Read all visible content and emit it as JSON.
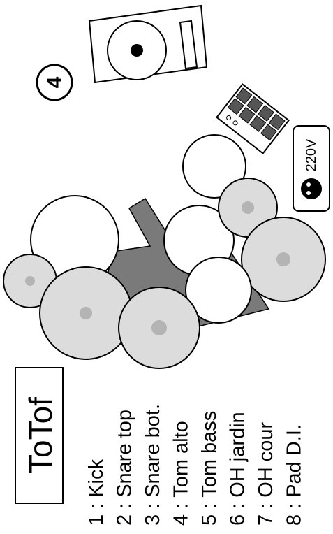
{
  "title": "ToTof",
  "stage_number": "4",
  "power": {
    "label": "220V",
    "icon": "power-outlet-icon"
  },
  "legend": [
    {
      "number": "1",
      "separator": ":",
      "label": "Kick"
    },
    {
      "number": "2",
      "separator": ":",
      "label": "Snare top"
    },
    {
      "number": "3",
      "separator": ":",
      "label": "Snare bot."
    },
    {
      "number": "4",
      "separator": ":",
      "label": "Tom alto"
    },
    {
      "number": "5",
      "separator": ":",
      "label": "Tom bass"
    },
    {
      "number": "6",
      "separator": ":",
      "label": "OH jardin"
    },
    {
      "number": "7",
      "separator": ":",
      "label": "OH cour"
    },
    {
      "number": "8",
      "separator": ":",
      "label": "Pad D.I."
    }
  ],
  "colors": {
    "drum_white": "#ffffff",
    "cymbal_gray": "#dcdcdc",
    "cymbal_center": "#b4b4b4",
    "rug_gray": "#7a7a7a",
    "stroke": "#000000"
  },
  "icons": [
    "monitor-speaker-icon",
    "drum-pad-icon",
    "power-outlet-icon"
  ]
}
